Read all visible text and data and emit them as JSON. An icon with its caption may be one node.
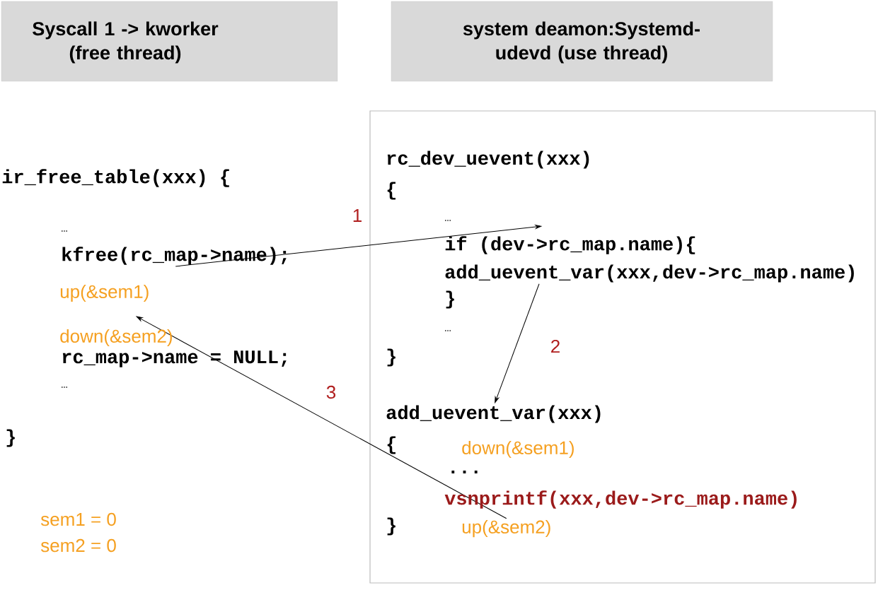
{
  "diagram": {
    "nodes": [
      {
        "text": [
          "Syscall 1  -> kworker (free thread)"
        ]
      },
      {
        "text": [
          "system deamon:Systemd-udevd (use thread)"
        ]
      },
      {
        "text": [],
        "shape": "box"
      },
      {
        "text": [
          "kfree(rc_map->name);"
        ]
      },
      {
        "text": [
          "up(&sem1)"
        ]
      },
      {
        "text": [
          "if (dev->rc_map.name){"
        ],
        "in": 2
      },
      {
        "text": [
          "add_uevent_var(xxx,dev->rc_map.name)"
        ],
        "in": 2
      },
      {
        "text": [
          "add_uevent_var(xxx)"
        ],
        "in": 2
      },
      {
        "text": [
          "up(&sem2)"
        ],
        "in": 2
      }
    ],
    "edges": [
      {
        "from": 3,
        "to": 5,
        "arrow": "to",
        "label": "1"
      },
      {
        "from": 6,
        "to": 7,
        "arrow": "to",
        "label": "2"
      },
      {
        "from": 8,
        "to": 4,
        "arrow": "to",
        "label": "3"
      }
    ],
    "labels": [
      "ir_free_table(xxx) {",
      "…",
      "down(&sem2)",
      "rc_map->name = NULL;",
      "…",
      "}",
      "sem1 = 0",
      "sem2 = 0",
      "rc_dev_uevent(xxx)",
      "{",
      "…",
      "}",
      "…",
      "}",
      "{",
      "down(&sem1)",
      "...",
      "vsnprintf(xxx,dev->rc_map.name)",
      "}"
    ]
  }
}
